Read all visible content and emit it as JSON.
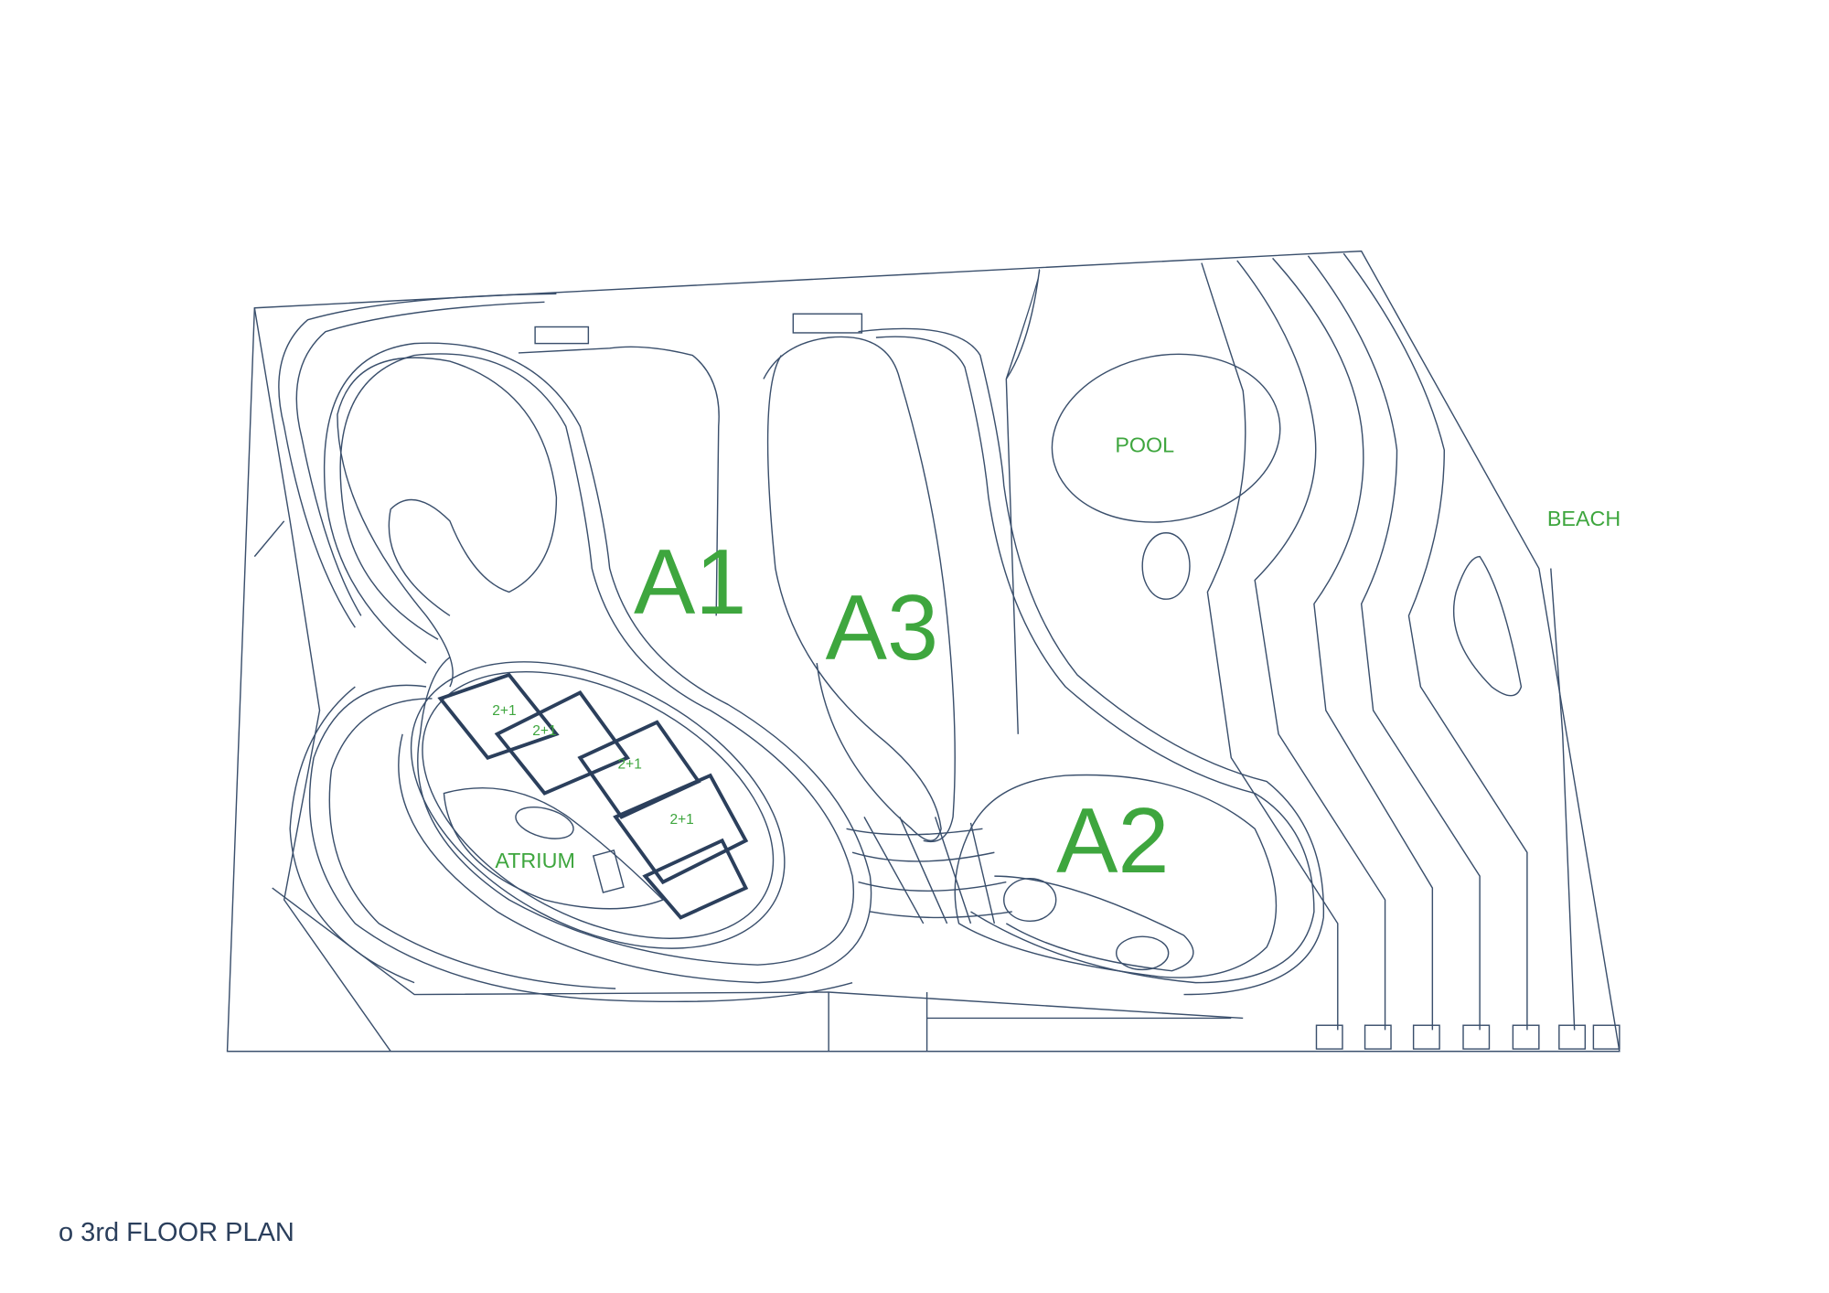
{
  "plan_title": "o 3rd FLOOR PLAN",
  "zones": {
    "a1": "A1",
    "a2": "A2",
    "a3": "A3",
    "pool": "POOL",
    "beach": "BEACH",
    "atrium": "ATRIUM"
  },
  "units": [
    "2+1",
    "2+1",
    "2+1",
    "2+1"
  ],
  "colors": {
    "line": "#3a4f6c",
    "label": "#3ea63e"
  }
}
